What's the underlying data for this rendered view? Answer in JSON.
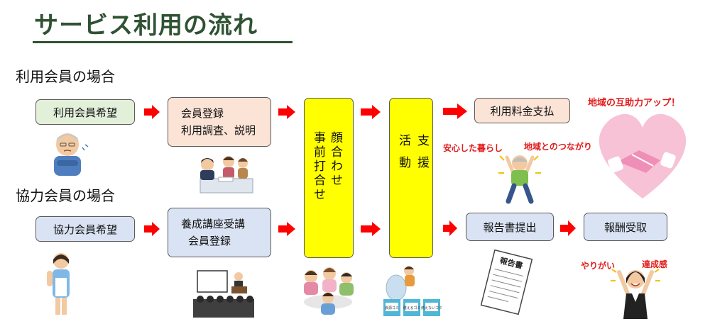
{
  "title": "サービス利用の流れ",
  "sections": {
    "user": "利用会員の場合",
    "helper": "協力会員の場合"
  },
  "boxes": {
    "user_wish": "利用会員希望",
    "user_reg_1": "会員登録",
    "user_reg_2": "利用調査、説明",
    "meeting_1": "顔合わせ",
    "meeting_2": "事前打合せ",
    "support_1": "支援",
    "support_2": "活動",
    "fee": "利用料金支払",
    "helper_wish": "協力会員希望",
    "helper_reg_1": "養成講座受講",
    "helper_reg_2": "会員登録",
    "report": "報告書提出",
    "reward": "報酬受取"
  },
  "captions": {
    "community": "地域の互助力アップ！",
    "safety": "安心した暮らし",
    "connection": "地域とのつながり",
    "worth": "やりがい",
    "achievement": "達成感",
    "report_doc": "報告書",
    "bin_1": "資源ゴミ",
    "bin_2": "燃えるゴミ",
    "bin_3": "燃えないゴミ"
  },
  "colors": {
    "title": "#2f5233",
    "arrow": "#ff0000",
    "user_box": "#e2efd9",
    "reg_box": "#fbe3d6",
    "helper_box": "#dae3f3",
    "highlight": "#ffff00",
    "caption": "#e21b1b"
  }
}
